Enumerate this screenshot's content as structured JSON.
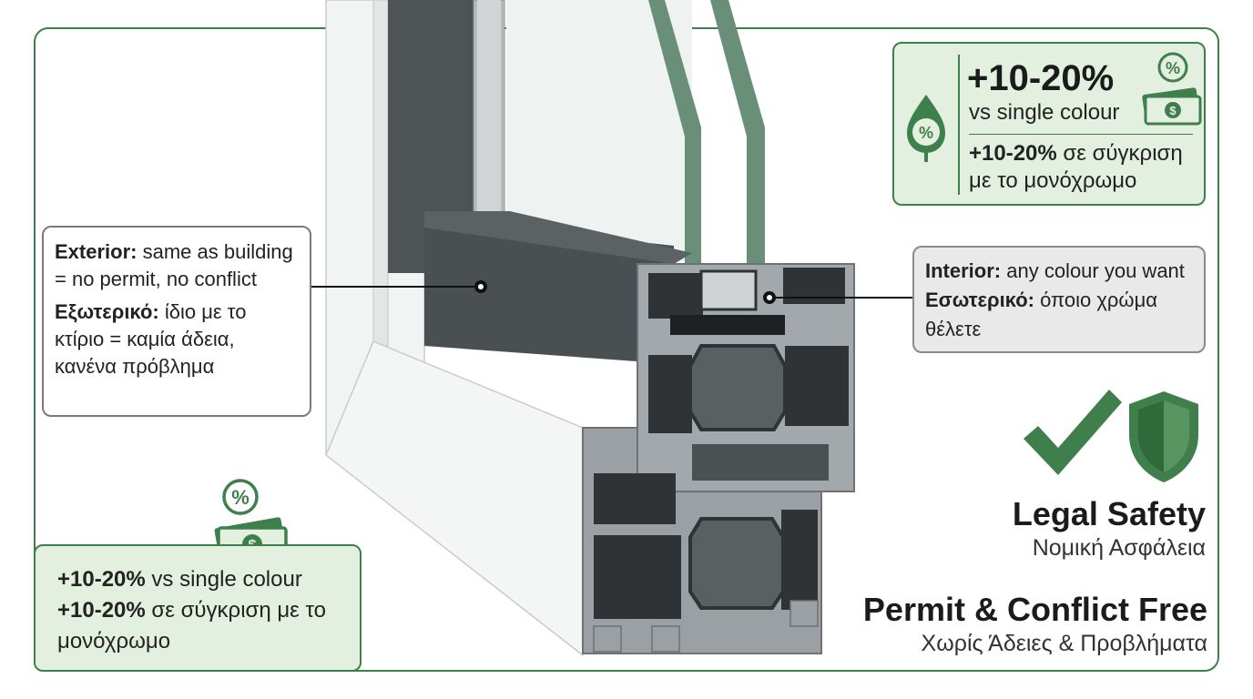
{
  "exterior": {
    "en_label": "Exterior:",
    "en_text": " same as building = no permit, no conflict",
    "gr_label": "Εξωτερικό:",
    "gr_text": " ίδιο με το κτίριο = καμία άδεια, κανένα πρόβλημα"
  },
  "interior": {
    "en_label": "Interior:",
    "en_text": " any colour you want",
    "gr_label": "Εσωτερικό:",
    "gr_text": " όποιο χρώμα θέλετε"
  },
  "price_top": {
    "big": "+10-20%",
    "sub": "vs single colour",
    "gr_bold": "+10-20%",
    "gr_text": " σε σύγκριση με το μονόχρωμο"
  },
  "price_bottom": {
    "en_bold": "+10-20%",
    "en_text": " vs single colour",
    "gr_bold": "+10-20%",
    "gr_text": " σε σύγκριση με το μονόχρωμο"
  },
  "legal": {
    "title": "Legal Safety",
    "subtitle": "Νομική Ασφάλεια"
  },
  "permit": {
    "title": "Permit & Conflict Free",
    "subtitle": "Χωρίς Άδειες & Προβλήματα"
  },
  "icons": {
    "checkmark": "check-icon",
    "shield": "shield-icon",
    "leaf_percent": "leaf-percent-icon",
    "money": "money-percent-icon"
  },
  "colors": {
    "brand_green": "#3f7f4c",
    "panel_green": "#e3efdf",
    "exterior_grey": "#4a4f52",
    "interior_white": "#f3f4f4"
  }
}
